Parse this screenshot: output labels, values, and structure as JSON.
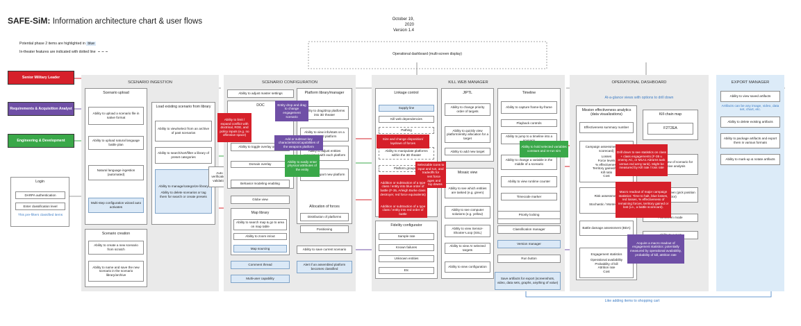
{
  "header": {
    "title": "SAFE-SiM:",
    "subtitle": "Information architecture chart & user flows",
    "date": "October 19, 2020",
    "version": "Version 1.4"
  },
  "legend": {
    "phase2": "Potential phase 2 items are highlighted in",
    "phase2_word": "blue",
    "in_theater": "In-theater features are indicated with dotted line"
  },
  "colors": {
    "red": "#d6202a",
    "green": "#3aa849",
    "purple": "#6f4fa6",
    "blue_highlight": "#dbe9f7",
    "export_panel": "#dcebf8"
  },
  "operational_dashboard_top": "Operational dashboard (multi-screen display)",
  "roles": {
    "senior": "Senior Military Leader",
    "req": "Requirements & Acquisition Analyst",
    "eng": "Engineering & Development"
  },
  "login": {
    "title": "Login",
    "darpa": "DARPA authentication",
    "classification": "Enter classification level",
    "note": "This pre-filters classified items"
  },
  "scenario_ingestion": {
    "title": "SCENARIO INGESTION",
    "upload_title": "Scenario upload",
    "upload_file": "Ability to upload a scenario file in native format",
    "upload_nl": "Ability to upload natural language battle plan",
    "nl_ingestion": "Natural language ingestion (automated)",
    "wizard": "Multi-step configuration wizard auto activates",
    "creation_title": "Scenario creation",
    "create_new": "Ability to create a new scenario from scratch",
    "name_save": "Ability to name and save the new scenario in the scenario library/archive",
    "load_title": "Load existing scenario from library",
    "load_archive": "Ability to view/select from an archive of past scenarios",
    "search_library": "Ability to search/sort/filter a library of preset categories",
    "manage_library": "Ability to manage/categorize library",
    "delete_scenarios": "Ability to delete scenarios or tag them for search or create presets",
    "auto_verification": "Auto verification/ validation"
  },
  "scenario_config": {
    "title": "SCENARIO CONFIGURATION",
    "master": "Ability to adjust master settings",
    "col_doc": "DOC",
    "domain_overlay": "Domain overlay",
    "toggle": "Ability to toggle overlay on / off",
    "behavior": "Behavior modeling enabling",
    "globe": "Globe view",
    "map_library": "Map library",
    "map_search": "Ability to search map & go to area on map table",
    "map_zoom": "Ability to zoom in/out",
    "map_sourcing": "Map sourcing",
    "comment": "Comment thread",
    "multiuser": "Multi-user capability",
    "platform_library": "Platform library/manager",
    "drag_drop": "Ability to drag/drop platforms into 3D theater",
    "view_stats": "Ability to view info/stats on a selected platform",
    "adjust_entities": "Ability to adjust entities associated with each platform",
    "import_new": "Ability to import new platform",
    "allocation": "Allocation of forces",
    "distribution": "Distribution of platforms",
    "positioning": "Positioning",
    "save_current": "Ability to save current scenario",
    "alert": "Alert if an assembled platform becomes classified",
    "red_limit": "Ability to limit / expand conflict with doctrinal, ROE, and policy inputs (e.g. no offensive space)",
    "purple_drag": "Entity drop and drag to change engagement scenario",
    "purple_add": "Add or subtract key characteristics/capabilities of the weapons platform",
    "green_enter": "Ability to easily enter physical attributes of the entity"
  },
  "kill_web": {
    "title": "KILL WEB MANAGER",
    "linkage": "Linkage control",
    "supply": "Supply line",
    "kill_web_dep": "Kill web dependencies",
    "pathing": "Pathing",
    "manipulate": "Ability to manipulate platforms within the 3D theater",
    "platform_grouping": "Platform grouping",
    "fidelity": "Fidelity configurator",
    "sample_rate": "Sample rate",
    "known_failures": "Known failures",
    "unknown_entities": "Unknown entities",
    "etc": "Etc",
    "jiptl": "JIPTL",
    "change_priority": "Ability to change priority order of targets",
    "quickly_view": "Ability to quickly view platform/entity allocation for a target",
    "add_target": "Ability to add new target",
    "mosaic": "Mosaic view",
    "see_which": "Ability to see which entities are tasked (e.g. green)",
    "see_computer": "Ability to see computer solutions (e.g. yellow)",
    "sensor_shooter": "Ability to view Sensor-Shooter-Loop (SSL)",
    "ai_selected": "Ability to view AI selected targets",
    "configuration": "Ability to view configuration",
    "timeline": "Timeline",
    "capture": "Ability to capture frame-by-frame",
    "playback": "Playback controls",
    "jump": "Ability to jump to a timeline into a scenario",
    "change_variable": "Ability to change a variable in the middle of a scenario",
    "runtime": "Ability to view runtime counter",
    "timecode": "Timecode marker",
    "priority_locking": "Priority locking",
    "classification_manager": "Classification manager",
    "version_manager": "Version manager",
    "run_button": "Run button",
    "save_artifacts": "Save artifacts for export (screenshots, video, data sets, graphs, anything of value)",
    "red_size": "Size and change disposition/ laydown of forces",
    "red_selectable": "Selectable icons to input and run, and tradeoffs for different force packages and threat lay downs",
    "red_add_blue": "Addition or subtraction of a type class / entity into blue order of battle (F-35, Arleigh Burke class destroyer, red force equivalents)",
    "red_add_red": "Addition or subtraction of a type class / entity into red order of battle",
    "green_hold": "Ability to hold selected variables constant and re-run sim"
  },
  "op_dashboard": {
    "title": "OPERATIONAL DASHBOARD",
    "subtitle": "At-a-glance views with options to drill down",
    "mission_effect": "Mission effectiveness analytics (data visualizations)",
    "effect_summary": "Effectiveness summary number",
    "campaign": "Campaign assessment (battle scorecard)",
    "losses": "Losses",
    "force_levels": "Force levels",
    "pct_effectiveness": "% effectiveness",
    "territory": "Territory gained/lost",
    "kill_ratio": "Kill ratio",
    "cost": "Cost",
    "risk": "Risk assessment",
    "stochastic": "Stochastic / Monte Carlo",
    "bda": "Battle damage assessment (BDA)",
    "engagement": "Engagement statistics",
    "op_avail": "Operational availability",
    "prob_kill": "Probability of kill",
    "attrition": "Attrition rate",
    "cost2": "Cost",
    "kill_chain": "Kill chain map",
    "f2t2ea": "F2T2EA",
    "glance_comparative": "At-a-glance view of scenario for comparative analysis",
    "multi_screen": "Ability to multi-screen (pick position selector)",
    "full_screen": "Full screen mode",
    "export": "Ability to export",
    "red_drill": "Drill down to see statistics on class + class engagements (F-35 v. enemy AC, or M1A1 Abrams tank versus red army tank). Might be measured by Kill rate / loss rate",
    "red_macro": "Macro readout of major campaign statistics: Time to halt, blue losses, red losses, % effectiveness of remaining forces, territory gained or lost (i.e., a battle scorecard).",
    "purple_macro": "Acquire a macro readout of engagement statistics: potentially measured by operational availability, probability of kill, attrition rate"
  },
  "export_manager": {
    "title": "EXPORT MANAGER",
    "subtitle": "Artifacts can be any image, video, data set, chart, etc.",
    "view_saved": "Ability to view saved artifacts",
    "delete_existing": "Ability to delete existing artifacts",
    "package": "Ability to package artifacts and export them in various formats",
    "markup": "Ability to mark-up & notate artifacts"
  },
  "shopping_note": "Like adding items to shopping cart"
}
